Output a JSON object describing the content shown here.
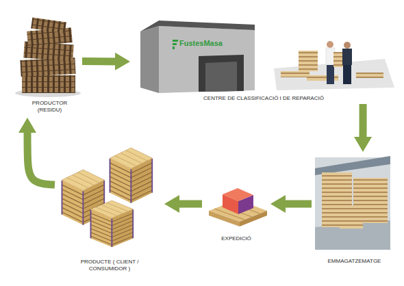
{
  "diagram": {
    "nodes": [
      {
        "text": [
          "PRODUCTOR (RESIDU)"
        ]
      },
      {
        "text": [
          "CENTRE DE CLASSIFICACIÓ I DE REPARACIÓ"
        ]
      },
      {
        "text": [
          "EMMAGATZEMATGE"
        ]
      },
      {
        "text": [
          "EXPEDICIÓ"
        ]
      },
      {
        "text": [
          "PRODUCTE ( CLIENT / CONSUMIDOR )"
        ]
      }
    ],
    "edges": [
      {
        "from": 0,
        "to": 1,
        "arrow": "to"
      },
      {
        "from": 1,
        "to": 2,
        "arrow": "to"
      },
      {
        "from": 2,
        "to": 3,
        "arrow": "to"
      },
      {
        "from": 3,
        "to": 4,
        "arrow": "to"
      },
      {
        "from": 4,
        "to": 0,
        "arrow": "to"
      }
    ],
    "labels": [
      "FustesMasa"
    ]
  }
}
